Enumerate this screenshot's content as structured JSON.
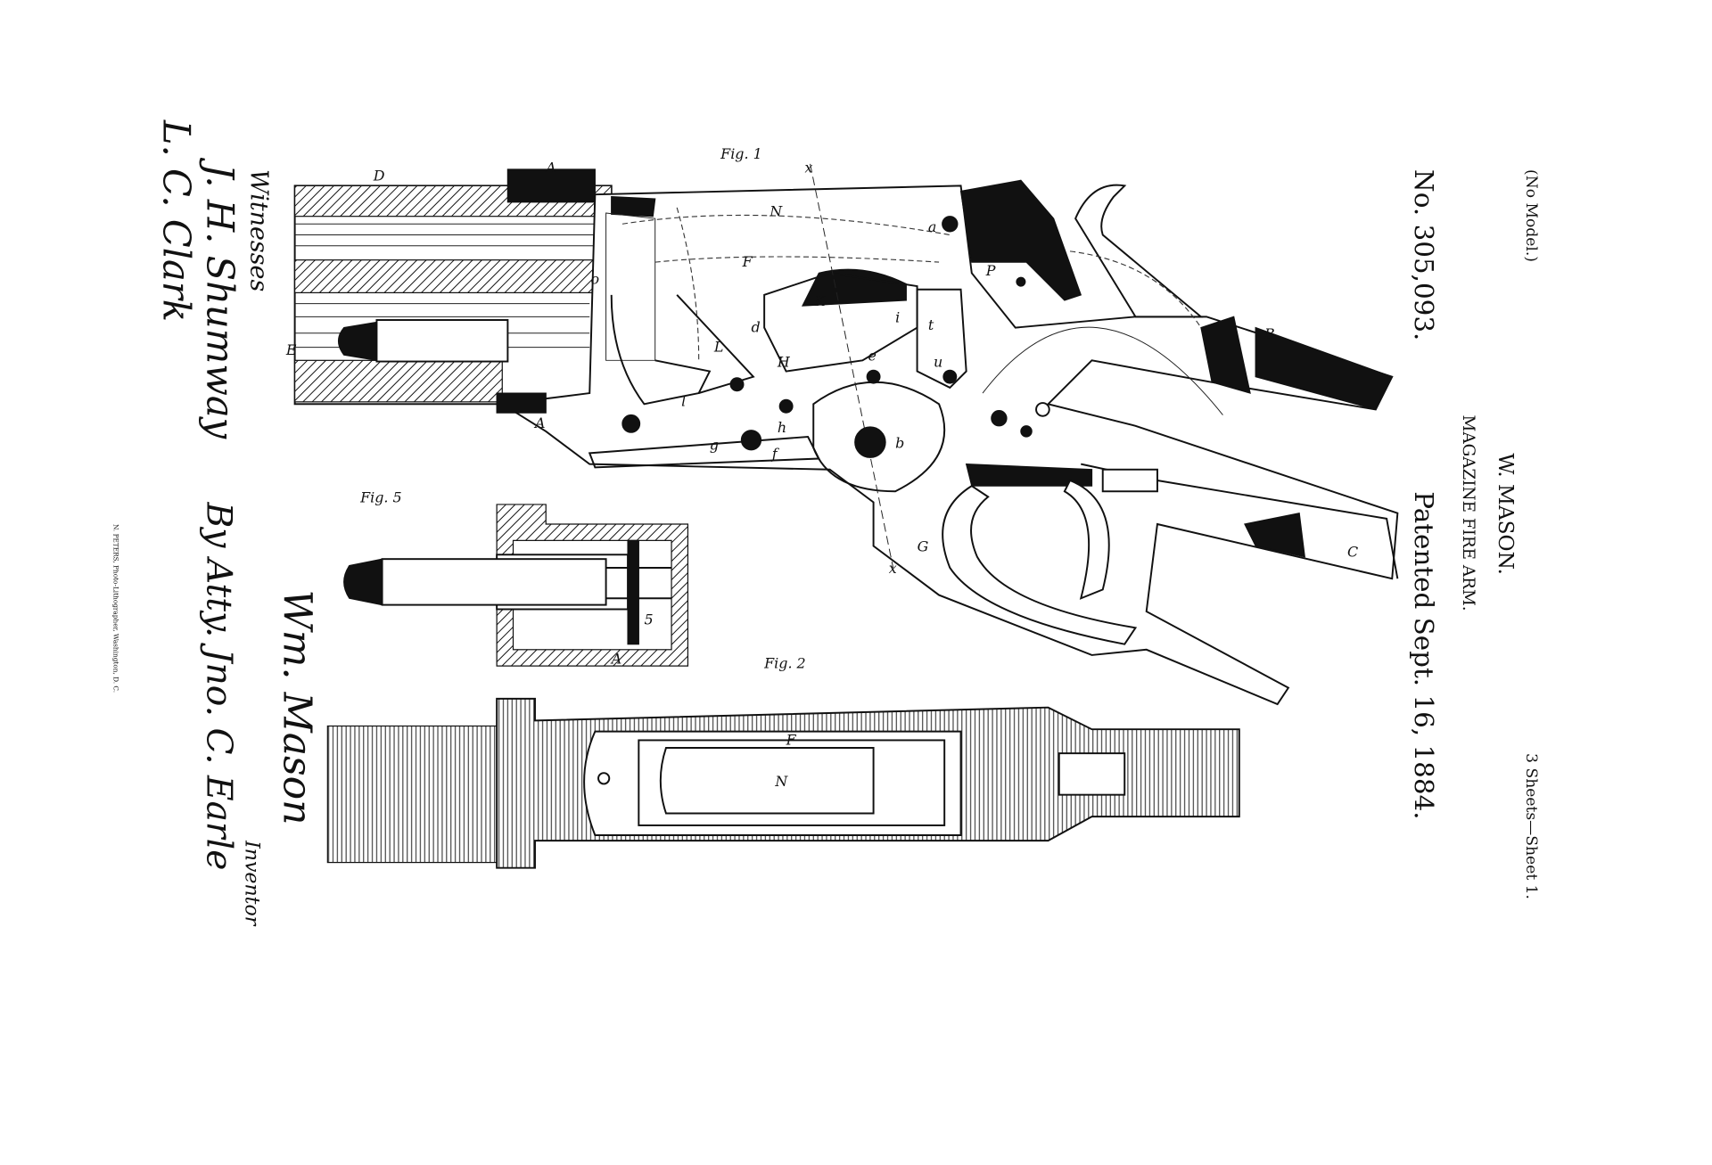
{
  "header": {
    "no_model": "(No Model.)",
    "sheets": "3 Sheets—Sheet 1.",
    "patent_no": "No. 305,093.",
    "inventor": "W. MASON.",
    "title": "MAGAZINE FIRE ARM.",
    "patented": "Patented Sept. 16, 1884."
  },
  "figures": {
    "fig1": "Fig. 1",
    "fig2": "Fig. 2",
    "fig5": "Fig. 5"
  },
  "fig1_labels": [
    "D",
    "A",
    "A",
    "E",
    "F",
    "N",
    "a",
    "P",
    "B",
    "C",
    "G",
    "H",
    "L",
    "K",
    "b",
    "e",
    "i",
    "t",
    "u",
    "h",
    "f",
    "g",
    "l",
    "d",
    "o",
    "x",
    "x"
  ],
  "fig2_labels": [
    "F",
    "N"
  ],
  "fig5_labels": [
    "A",
    "5"
  ],
  "signatures": {
    "witnesses": "Witnesses",
    "witness1": "J. H. Shumway",
    "witness2": "L. C. Clark",
    "inventor_sig": "Wm. Mason",
    "inventor_role": "Inventor",
    "attorney": "By Atty. Jno. C. Earle"
  },
  "imprint": "N. PETERS, Photo-Lithographer, Washington, D. C."
}
